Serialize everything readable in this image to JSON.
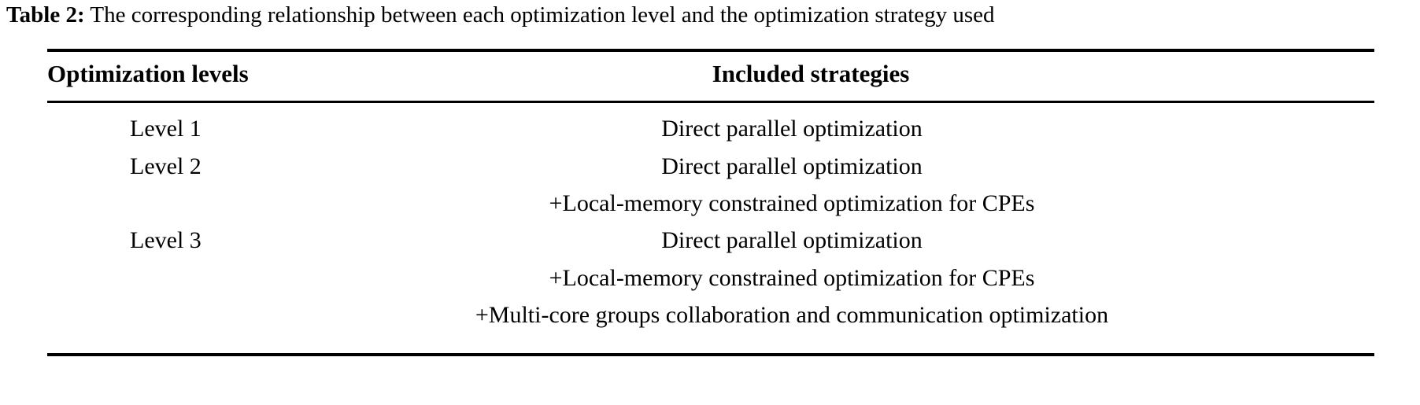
{
  "caption": {
    "label": "Table 2:",
    "text": "The corresponding relationship between each optimization level and the optimization strategy used"
  },
  "table": {
    "columns": [
      {
        "key": "levels",
        "header": "Optimization levels",
        "align": "left"
      },
      {
        "key": "strategies",
        "header": "Included strategies",
        "align": "center"
      }
    ],
    "rows": [
      {
        "level": "Level 1",
        "strategies": [
          "Direct parallel optimization"
        ]
      },
      {
        "level": "Level 2",
        "strategies": [
          "Direct parallel optimization",
          "+Local-memory constrained optimization for CPEs"
        ]
      },
      {
        "level": "Level 3",
        "strategies": [
          "Direct parallel optimization",
          "+Local-memory constrained optimization for CPEs",
          "+Multi-core groups collaboration and communication optimization"
        ]
      }
    ],
    "lines": {
      "level_labels": [
        {
          "text": "Level 1",
          "line_index": 0
        },
        {
          "text": "Level 2",
          "line_index": 1
        },
        {
          "text": "Level 3",
          "line_index": 3
        }
      ],
      "strategy_lines": [
        "Direct parallel optimization",
        "Direct parallel optimization",
        "+Local-memory constrained optimization for CPEs",
        "Direct parallel optimization",
        "+Local-memory constrained optimization for CPEs",
        "+Multi-core groups collaboration and communication optimization"
      ]
    },
    "rules": {
      "top": "thick",
      "middle": "thin",
      "bottom": "thick"
    }
  },
  "colors": {
    "text": "#000000",
    "rule": "#000000",
    "background": "#ffffff"
  }
}
